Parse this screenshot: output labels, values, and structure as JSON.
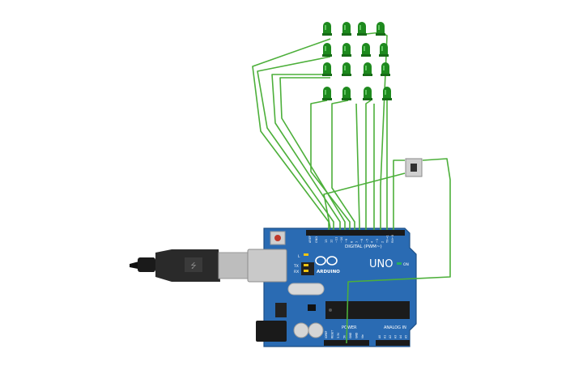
{
  "board": {
    "model": "UNO",
    "brand": "ARDUINO",
    "digital_label": "DIGITAL (PWM~)",
    "power_label": "POWER",
    "analog_label": "ANALOG IN",
    "aref": "AREF",
    "gnd": "GND",
    "tx": "TX",
    "rx": "RX",
    "led_l": "L",
    "on": "ON",
    "digital_pins": [
      "13",
      "12",
      "~11",
      "~10",
      "~9",
      "8",
      "7",
      "~6",
      "~5",
      "4",
      "~3",
      "2",
      "TX→1",
      "RX←0"
    ],
    "power_pins": [
      "IOREF",
      "RESET",
      "3.3V",
      "5V",
      "GND",
      "GND",
      "Vin"
    ],
    "analog_pins": [
      "A0",
      "A1",
      "A2",
      "A3",
      "A4",
      "A5"
    ]
  },
  "colors": {
    "board": "#2a6bb3",
    "wire": "#4caf3a",
    "led": "#1e8a1e",
    "cable": "#222222"
  }
}
